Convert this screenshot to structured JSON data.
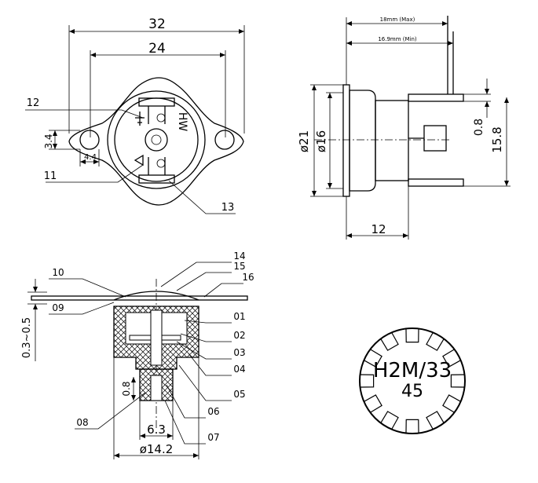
{
  "front_view": {
    "dim_overall": "32",
    "dim_holes": "24",
    "dim_hole_dia": "3.4",
    "dim_tab": "4.4",
    "label_12": "12",
    "label_11": "11",
    "label_13": "13",
    "marking_hw": "HW"
  },
  "side_view": {
    "dim_max": "18mm (Max)",
    "dim_min": "16.9mm (Min)",
    "dim_dia21": "ø21",
    "dim_dia16": "ø16",
    "dim_08": "0.8",
    "dim_158": "15.8",
    "dim_12": "12"
  },
  "section_view": {
    "callouts": {
      "c14": "14",
      "c15": "15",
      "c16": "16",
      "c10": "10",
      "c09": "09",
      "c01": "01",
      "c02": "02",
      "c03": "03",
      "c04": "04",
      "c05": "05",
      "c06": "06",
      "c07": "07",
      "c08": "08"
    },
    "dim_gap": "0.3~0.5",
    "dim_08": "0.8",
    "dim_63": "6.3",
    "dim_142": "ø14.2"
  },
  "label_disc": {
    "line1": "H2M/33",
    "line2": "45"
  }
}
